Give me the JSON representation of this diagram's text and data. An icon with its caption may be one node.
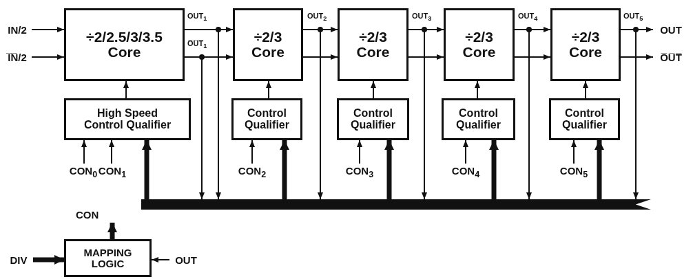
{
  "diagram": {
    "nodes": [
      {
        "text": [
          "÷2/2.5/3/3.5 Core"
        ]
      },
      {
        "text": [
          "High Speed Control Qualifier"
        ]
      },
      {
        "text": [
          "÷2/3 Core"
        ]
      },
      {
        "text": [
          "Control Qualifier"
        ]
      },
      {
        "text": [
          "÷2/3 Core"
        ]
      },
      {
        "text": [
          "Control Qualifier"
        ]
      },
      {
        "text": [
          "÷2/3 Core"
        ]
      },
      {
        "text": [
          "Control Qualifier"
        ]
      },
      {
        "text": [
          "÷2/3 Core"
        ]
      },
      {
        "text": [
          "Control Qualifier"
        ]
      },
      {
        "text": [
          "MAPPING LOGIC"
        ]
      },
      {
        "text": [
          "IN/2"
        ]
      },
      {
        "text": [
          "I̅N̅/2"
        ]
      },
      {
        "text": [
          "CON$_{0}$"
        ]
      },
      {
        "text": [
          "CON$_{1}$"
        ]
      },
      {
        "text": [
          "CON$_{2}$"
        ]
      },
      {
        "text": [
          "CON$_{3}$"
        ]
      },
      {
        "text": [
          "CON$_{4}$"
        ]
      },
      {
        "text": [
          "CON$_{5}$"
        ]
      },
      {
        "text": [
          "OUT"
        ]
      },
      {
        "text": [
          "O̅U̅T̅"
        ]
      },
      {
        "text": [
          "CON"
        ]
      },
      {
        "text": [
          "DIV"
        ]
      },
      {
        "text": [
          "OUT"
        ]
      },
      {
        "text": [],
        "shape": "bar"
      }
    ],
    "edges": [
      {
        "from": 11,
        "to": 0,
        "arrow": "to"
      },
      {
        "from": 12,
        "to": 0,
        "arrow": "to"
      },
      {
        "from": 0,
        "to": 2,
        "arrow": "to",
        "label": "OUT$_{1}$"
      },
      {
        "from": 0,
        "to": 2,
        "arrow": "to",
        "label": "O̅U̅T̅$_{1}$"
      },
      {
        "from": 2,
        "to": 4,
        "arrow": "to",
        "label": "OUT$_{2}$"
      },
      {
        "from": 2,
        "to": 4,
        "arrow": "to"
      },
      {
        "from": 4,
        "to": 6,
        "arrow": "to",
        "label": "OUT$_{3}$"
      },
      {
        "from": 4,
        "to": 6,
        "arrow": "to"
      },
      {
        "from": 6,
        "to": 8,
        "arrow": "to",
        "label": "OUT$_{4}$"
      },
      {
        "from": 6,
        "to": 8,
        "arrow": "to"
      },
      {
        "from": 8,
        "to": 19,
        "arrow": "to",
        "label": "OUT$_{5}$"
      },
      {
        "from": 8,
        "to": 20,
        "arrow": "to"
      },
      {
        "from": 1,
        "to": 0,
        "arrow": "to"
      },
      {
        "from": 3,
        "to": 2,
        "arrow": "to"
      },
      {
        "from": 5,
        "to": 4,
        "arrow": "to"
      },
      {
        "from": 7,
        "to": 6,
        "arrow": "to"
      },
      {
        "from": 9,
        "to": 8,
        "arrow": "to"
      },
      {
        "from": 13,
        "to": 1,
        "arrow": "to"
      },
      {
        "from": 14,
        "to": 1,
        "arrow": "to"
      },
      {
        "from": 15,
        "to": 3,
        "arrow": "to"
      },
      {
        "from": 16,
        "to": 5,
        "arrow": "to"
      },
      {
        "from": 17,
        "to": 7,
        "arrow": "to"
      },
      {
        "from": 18,
        "to": 9,
        "arrow": "to"
      },
      {
        "from": 0,
        "to": 24,
        "arrow": "to"
      },
      {
        "from": 0,
        "to": 24,
        "arrow": "to"
      },
      {
        "from": 2,
        "to": 24,
        "arrow": "to"
      },
      {
        "from": 4,
        "to": 24,
        "arrow": "to"
      },
      {
        "from": 6,
        "to": 24,
        "arrow": "to"
      },
      {
        "from": 8,
        "to": 24,
        "arrow": "to"
      },
      {
        "from": 24,
        "to": 1,
        "arrow": "to",
        "style": "thick"
      },
      {
        "from": 24,
        "to": 3,
        "arrow": "to",
        "style": "thick"
      },
      {
        "from": 24,
        "to": 5,
        "arrow": "to",
        "style": "thick"
      },
      {
        "from": 24,
        "to": 7,
        "arrow": "to",
        "style": "thick"
      },
      {
        "from": 24,
        "to": 9,
        "arrow": "to",
        "style": "thick"
      },
      {
        "from": 10,
        "to": 21,
        "arrow": "to",
        "style": "thick"
      },
      {
        "from": 22,
        "to": 10,
        "arrow": "to",
        "style": "thick"
      },
      {
        "from": 23,
        "to": 10,
        "arrow": "to"
      }
    ]
  }
}
